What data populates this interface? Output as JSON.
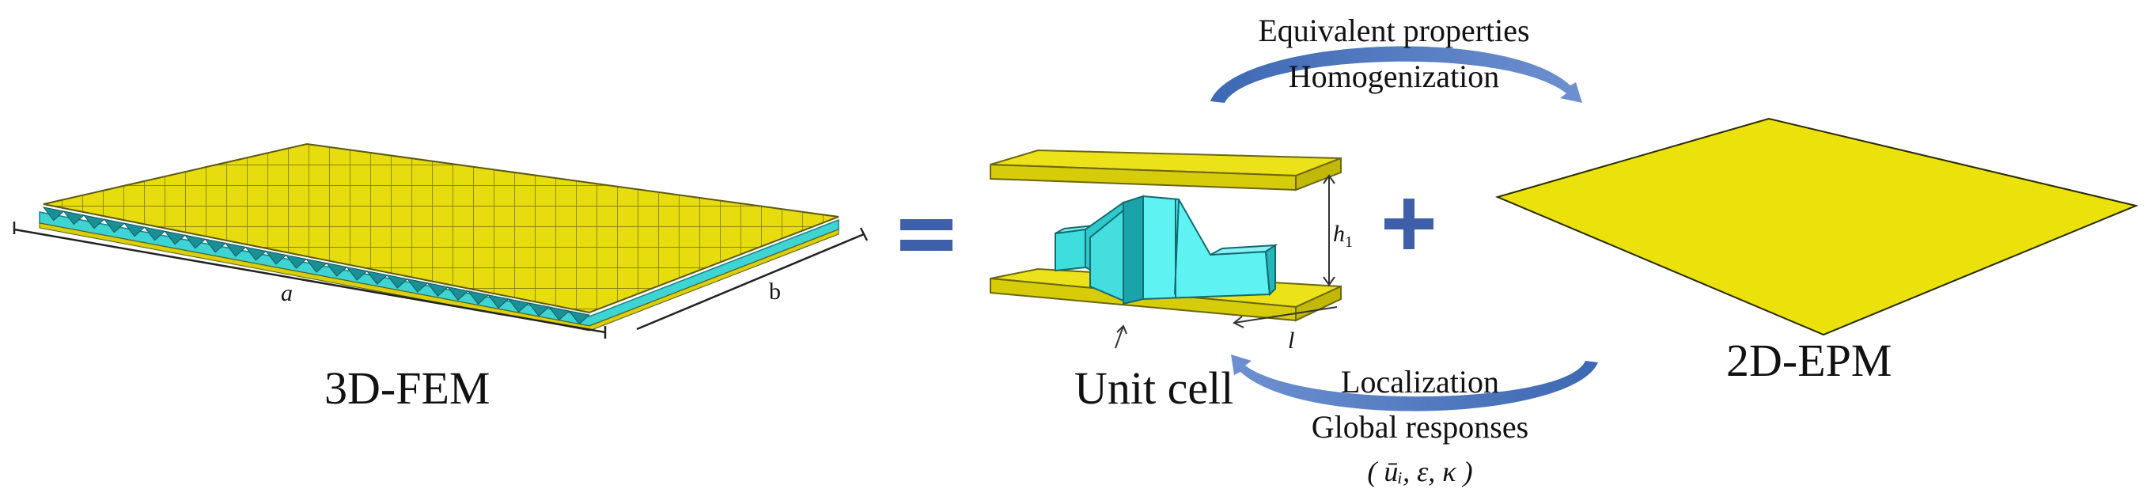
{
  "diagram": {
    "left_label": "3D-FEM",
    "dim_a": "a",
    "dim_b": "b",
    "equals_symbol": "=",
    "unit_cell_label": "Unit cell",
    "dim_h_base": "h",
    "dim_h_sub": "1",
    "dim_l": "l",
    "plus_symbol": "+",
    "right_label": "2D-EPM",
    "top_arrow_line1": "Equivalent properties",
    "top_arrow_line2": "Homogenization",
    "bottom_arrow_line1": "Localization",
    "bottom_arrow_line2": "Global responses",
    "bottom_arrow_line3": "( ūᵢ, ε, κ )"
  },
  "colors": {
    "face_yellow": "#e8de10",
    "face_yellow_dark": "#b8ae00",
    "core_cyan": "#4ee8e8",
    "core_cyan_dark": "#1aa3a8",
    "arrow_blue": "#3f6db6",
    "symbol_blue": "#3f5fa8"
  },
  "icons": {
    "equals": "equals-sign-icon",
    "plus": "plus-sign-icon",
    "top_arrow": "curved-arrow-right-icon",
    "bottom_arrow": "curved-arrow-left-icon"
  }
}
